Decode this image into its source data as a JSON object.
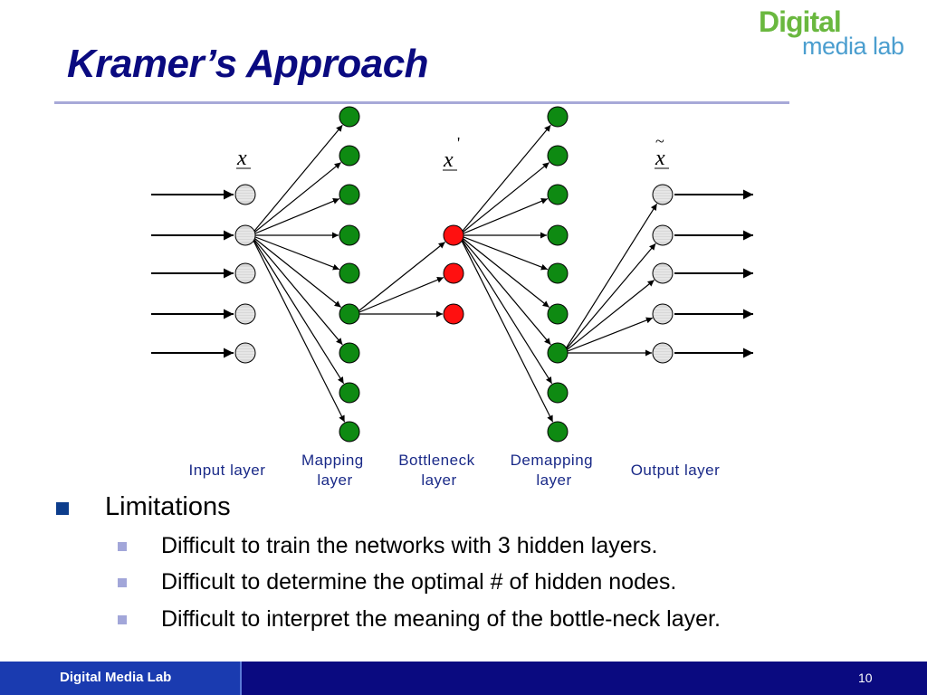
{
  "slide": {
    "title": "Kramer’s Approach",
    "logo": {
      "line1": "Digital",
      "line2": "media lab"
    },
    "footer": {
      "text": "Digital Media Lab",
      "page_number": "10"
    }
  },
  "diagram": {
    "layers": [
      {
        "id": "input",
        "label_lines": [
          "Input layer"
        ],
        "node_count": 5,
        "node_color": "#d8d8d8"
      },
      {
        "id": "mapping",
        "label_lines": [
          "Mapping",
          "layer"
        ],
        "node_count": 9,
        "node_color": "#0e8a12"
      },
      {
        "id": "bottleneck",
        "label_lines": [
          "Bottleneck",
          "layer"
        ],
        "node_count": 3,
        "node_color": "#ff1010"
      },
      {
        "id": "demapping",
        "label_lines": [
          "Demapping",
          "layer"
        ],
        "node_count": 9,
        "node_color": "#0e8a12"
      },
      {
        "id": "output",
        "label_lines": [
          "Output layer"
        ],
        "node_count": 5,
        "node_color": "#d8d8d8"
      }
    ],
    "variables": {
      "input": "x",
      "bottleneck": "x",
      "bottleneck_mark": "'",
      "output": "x",
      "output_mark": "~"
    },
    "colors": {
      "line": "#000000",
      "node_stroke": "#000000"
    }
  },
  "bullets": {
    "main": "Limitations",
    "sub": [
      "Difficult to train the networks with 3 hidden layers.",
      "Difficult to determine the optimal # of hidden nodes.",
      "Difficult to interpret the meaning of the bottle-neck layer."
    ]
  }
}
